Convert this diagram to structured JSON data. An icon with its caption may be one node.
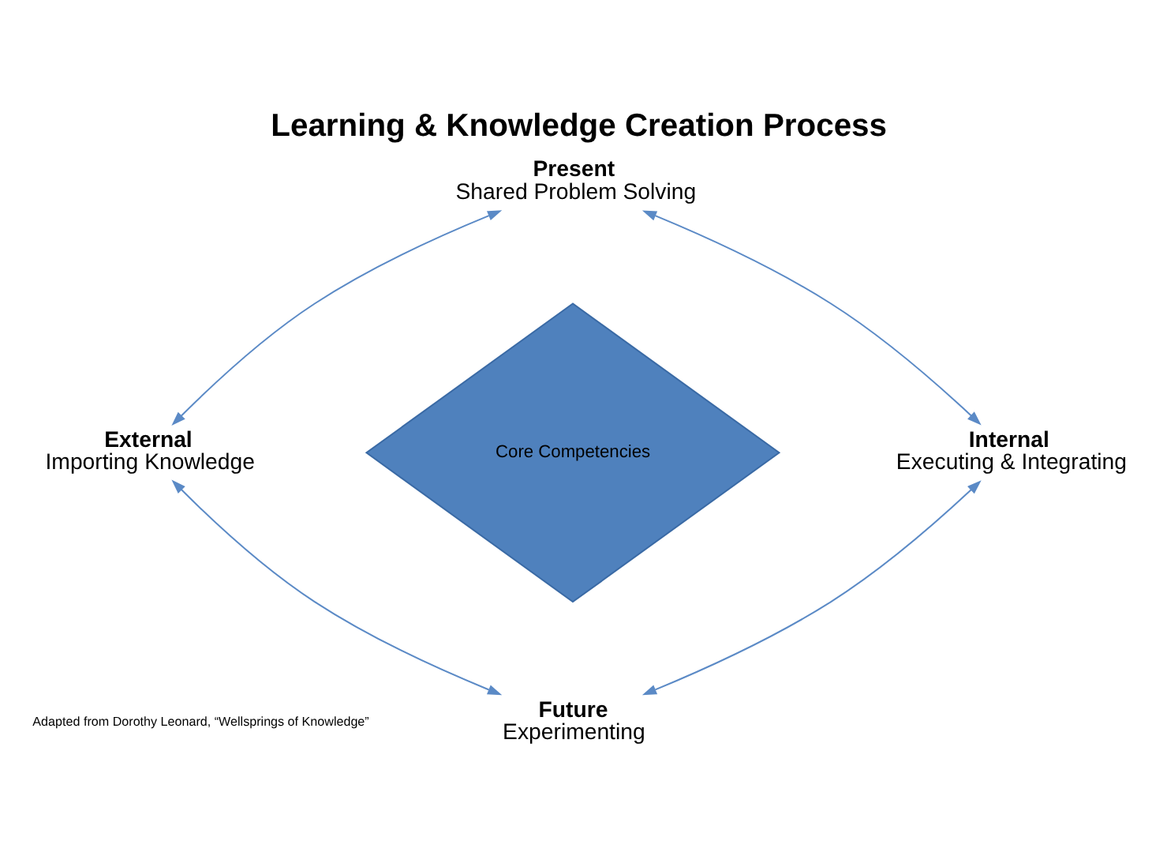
{
  "diagram": {
    "title": "Learning & Knowledge Creation Process",
    "nodes": [
      {
        "text": [
          "Present",
          "Shared Problem Solving"
        ]
      },
      {
        "text": [
          "External",
          "Importing Knowledge"
        ]
      },
      {
        "text": [
          "Core Competencies"
        ]
      },
      {
        "text": [
          "Internal",
          "Executing & Integrating"
        ]
      },
      {
        "text": [
          "Future",
          "Experimenting"
        ]
      }
    ],
    "edges": [
      {
        "from": 0,
        "to": 1,
        "arrow": "both"
      },
      {
        "from": 0,
        "to": 3,
        "arrow": "both"
      },
      {
        "from": 1,
        "to": 4,
        "arrow": "both"
      },
      {
        "from": 3,
        "to": 4,
        "arrow": "both"
      }
    ],
    "labels": [
      "Adapted from Dorothy Leonard, “Wellsprings of Knowledge”"
    ]
  }
}
